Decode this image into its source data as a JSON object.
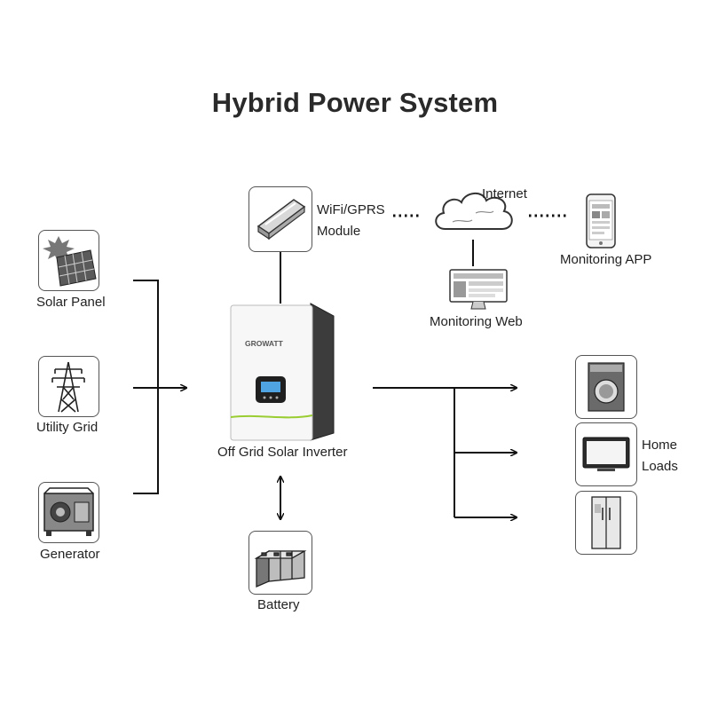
{
  "title": "Hybrid Power System",
  "sources": {
    "solar_panel": "Solar Panel",
    "utility_grid": "Utility Grid",
    "generator": "Generator"
  },
  "inverter": {
    "label": "Off Grid Solar Inverter",
    "brand": "GROWATT"
  },
  "battery": "Battery",
  "wifi_module": {
    "line1": "WiFi/GPRS",
    "line2": "Module"
  },
  "internet": "Internet",
  "monitoring_web": "Monitoring Web",
  "monitoring_app": "Monitoring APP",
  "home_loads": {
    "line1": "Home",
    "line2": "Loads"
  }
}
